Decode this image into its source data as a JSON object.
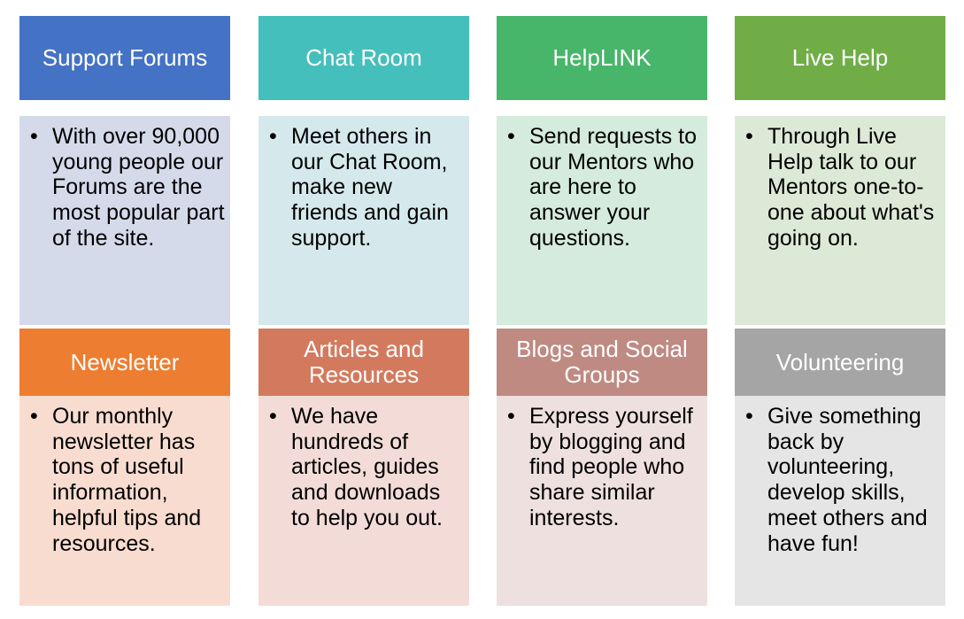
{
  "colors": {
    "support_head": "#4472C4",
    "support_body": "#D5DAEB",
    "chat_head": "#45BFBB",
    "chat_body": "#D5E9EC",
    "helplink_head": "#47B66A",
    "helplink_body": "#D4EBDD",
    "livehelp_head": "#70AD47",
    "livehelp_body": "#DCE9D6",
    "newsletter_head": "#ED7D31",
    "newsletter_body": "#F9DCD0",
    "articles_head": "#D37A5E",
    "articles_body": "#F3DCD7",
    "blogs_head": "#BE8A82",
    "blogs_body": "#EFE0E0",
    "volunteering_head": "#A5A5A5",
    "volunteering_body": "#E5E5E5"
  },
  "cards": [
    {
      "title": "Support Forums",
      "bullet": "•",
      "text": "With over 90,000 young people our Forums are the most popular part of the site."
    },
    {
      "title": "Chat Room",
      "bullet": "•",
      "text": "Meet others in our Chat Room, make new friends and gain support."
    },
    {
      "title": "HelpLINK",
      "bullet": "•",
      "text": "Send requests to our Mentors who are here to answer your questions."
    },
    {
      "title": "Live Help",
      "bullet": "•",
      "text": "Through Live Help talk to our Mentors one-to-one about what's going on."
    },
    {
      "title": "Newsletter",
      "bullet": "•",
      "text": "Our monthly newsletter has tons of useful information, helpful tips and resources."
    },
    {
      "title": "Articles and Resources",
      "bullet": "•",
      "text": "We have hundreds of articles, guides and downloads to help you out."
    },
    {
      "title": "Blogs and Social Groups",
      "bullet": "•",
      "text": "Express yourself by blogging and find people who share similar interests."
    },
    {
      "title": "Volunteering",
      "bullet": "•",
      "text": "Give something back by volunteering, develop skills, meet others and have fun!"
    }
  ]
}
